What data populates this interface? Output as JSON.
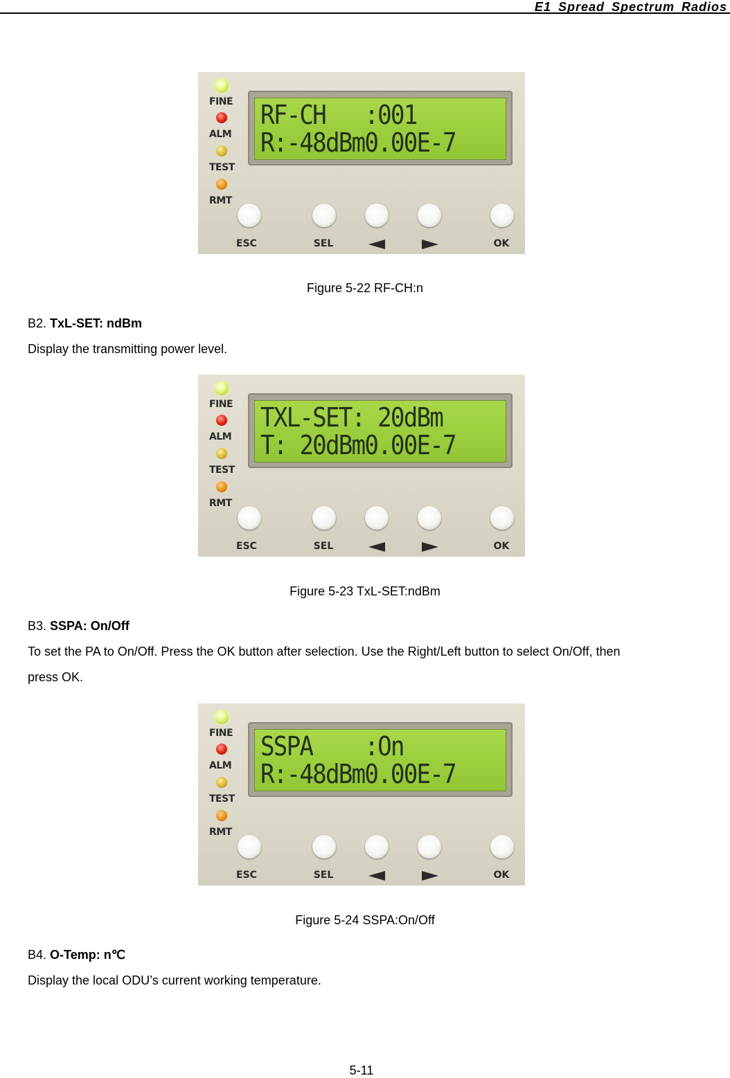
{
  "header": {
    "title": "E1 Spread Spectrum Radios"
  },
  "panel_labels": {
    "leds": [
      "FINE",
      "ALM",
      "TEST",
      "RMT"
    ],
    "buttons": {
      "esc": "ESC",
      "sel": "SEL",
      "ok": "OK"
    }
  },
  "figures": [
    {
      "lcd_line1": "RF-CH   :001",
      "lcd_line2": "R:-48dBm0.00E-7",
      "caption": "Figure 5-22 RF-CH:n"
    },
    {
      "lcd_line1": "TXL-SET: 20dBm",
      "lcd_line2": "T: 20dBm0.00E-7",
      "caption": "Figure 5-23 TxL-SET:ndBm"
    },
    {
      "lcd_line1": "SSPA    :On",
      "lcd_line2": "R:-48dBm0.00E-7",
      "caption": "Figure 5-24 SSPA:On/Off"
    }
  ],
  "sections": {
    "b2": {
      "prefix": "B2.",
      "heading": "TxL-SET: ndBm",
      "body": "Display the transmitting power level."
    },
    "b3": {
      "prefix": "B3.",
      "heading": "SSPA: On/Off",
      "body_line1": "To set the PA to On/Off. Press the OK button after selection. Use the Right/Left button to select On/Off, then",
      "body_line2": "press OK."
    },
    "b4": {
      "prefix": "B4.",
      "heading": "O-Temp: n℃",
      "body": "Display the local ODU’s current working temperature."
    }
  },
  "footer": {
    "page_number": "5-11"
  }
}
